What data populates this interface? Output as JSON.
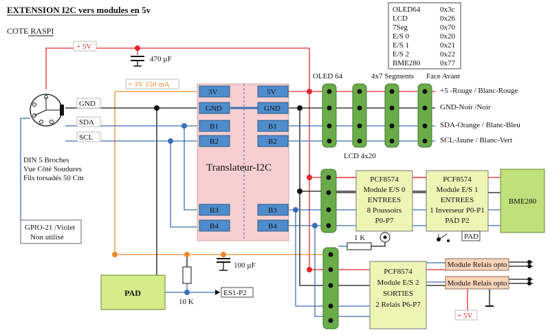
{
  "title": "EXTENSION I2C vers modules en 5v",
  "subtitle": "COTE RASPI",
  "addresses": [
    {
      "name": "OLED64",
      "addr": "0x3c"
    },
    {
      "name": "LCD",
      "addr": "0x26"
    },
    {
      "name": "7Seg",
      "addr": "0x70"
    },
    {
      "name": "E/S 0",
      "addr": "0x20"
    },
    {
      "name": "E/S 1",
      "addr": "0x21"
    },
    {
      "name": "E/S 2",
      "addr": "0x22"
    },
    {
      "name": "BME280",
      "addr": "0x77"
    }
  ],
  "power": {
    "v5": "+ 5V",
    "v3": "+ 3V 150 mA",
    "v5_bottom": "+ 5V"
  },
  "caps": {
    "c1": "470 µF",
    "c2": "100 µF"
  },
  "resistors": {
    "r1": "1 K",
    "r2": "10 K"
  },
  "din": {
    "gnd": "GND",
    "sda": "SDA",
    "scl": "SCL",
    "note1": "DIN 5 Broches",
    "note2": "Vue Côté Soudures",
    "note3": "Fils torsadés 50 Cm",
    "gpio1": "GPIO-21 /Violet",
    "gpio2": "Non utilisé"
  },
  "translator": {
    "title": "Translateur-I2C",
    "left_pins": [
      "3V",
      "GND",
      "B1",
      "B2",
      "B3",
      "B4"
    ],
    "right_pins": [
      "5V",
      "GND",
      "B1",
      "B2",
      "B3",
      "B4"
    ]
  },
  "connectors": {
    "oled": "OLED 64",
    "seg": "4x7 Segments",
    "face": "Face Avant",
    "lcd": "LCD 4x20"
  },
  "wire_colors": [
    "+5 -Rouge  / Blanc-Rouge",
    "GND-Noir  /Noir",
    "SDA-Orange / Blanc-Bleu",
    "SCL-Jaune / Blanc-Vert"
  ],
  "modules": {
    "pcf0": [
      "PCF8574",
      "Module E/S 0",
      "ENTREES",
      "8 Poussoirs",
      "P0-P7"
    ],
    "pcf1": [
      "PCF8574",
      "Module E/S 1",
      "ENTREES",
      "1 Inverseur P0-P1",
      "PAD P2"
    ],
    "bme": "BME280",
    "pcf2": [
      "PCF8574",
      "Module E/S 2",
      "SORTIES",
      "2 Relais P6-P7"
    ],
    "relay1": "Module Relais opto",
    "relay2": "Module Relais opto",
    "pad": "PAD",
    "pad_small": "PAD",
    "es1": "ES1-P2"
  },
  "colors": {
    "red": "#e8262a",
    "black": "#111111",
    "orange": "#f08a2a",
    "blue": "#3a6fb5",
    "green": "#6aab4a",
    "module": "#eef4b4",
    "translator": "#f7cfd0",
    "pinblue": "#4f8ccc",
    "relay": "#f8d4b8"
  }
}
